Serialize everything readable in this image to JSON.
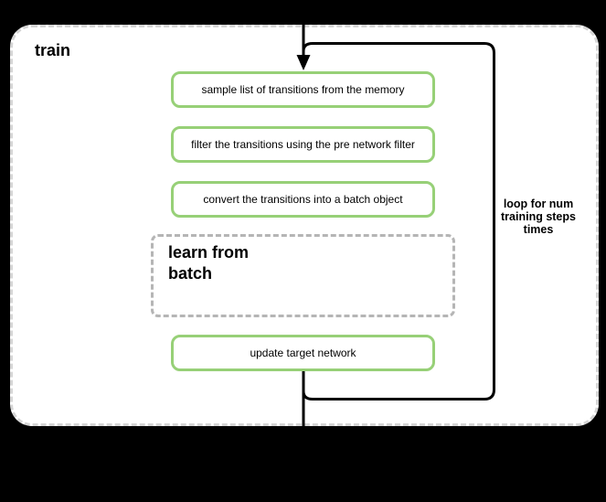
{
  "diagram": {
    "title": "train",
    "steps": [
      {
        "label": "sample list of transitions from the memory"
      },
      {
        "label": "filter the transitions using the pre network filter"
      },
      {
        "label": "convert the transitions into a batch object"
      },
      {
        "label": "update target network"
      }
    ],
    "learn_box_label": "learn from\nbatch",
    "loop_label": "loop for num\ntraining steps\ntimes"
  },
  "colors": {
    "background": "#000000",
    "canvas": "#ffffff",
    "text": "#000000",
    "step_border": "#97d077",
    "flow": "#000000",
    "container_border": "#d5d5d5",
    "learn_border": "#b5b5b5"
  }
}
